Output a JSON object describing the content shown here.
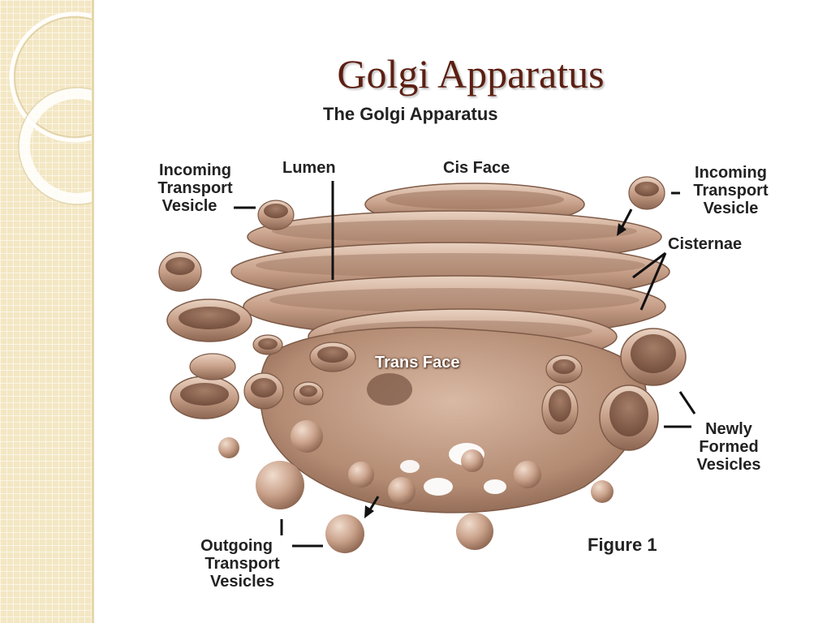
{
  "slide": {
    "title": "Golgi Apparatus"
  },
  "figure": {
    "title": "The Golgi Apparatus",
    "caption": "Figure 1",
    "labels": {
      "incoming_left": [
        "Incoming",
        "Transport",
        "Vesicle"
      ],
      "lumen": "Lumen",
      "cis_face": "Cis Face",
      "incoming_right": [
        "Incoming",
        "Transport",
        "Vesicle"
      ],
      "cisternae": "Cisternae",
      "trans_face": "Trans Face",
      "newly_formed": [
        "Newly",
        "Formed",
        "Vesicles"
      ],
      "outgoing": [
        "Outgoing",
        "Transport",
        "Vesicles"
      ]
    }
  },
  "colors": {
    "organelle": "#c79f88",
    "organelle_dark": "#8c6652",
    "organelle_light": "#e6cbb8",
    "title": "#5c1f12",
    "strip": "#f3e7c3"
  }
}
